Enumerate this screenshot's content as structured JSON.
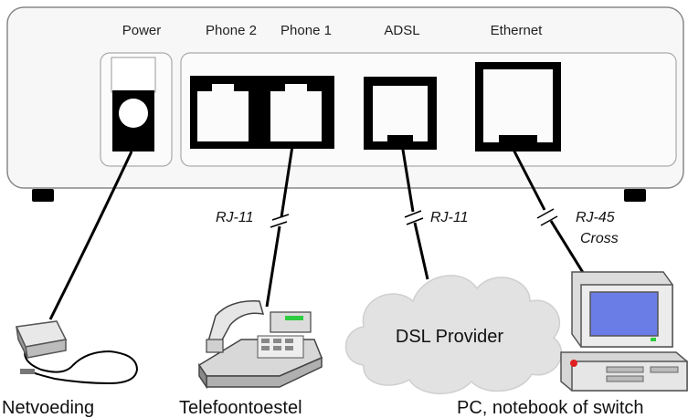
{
  "ports": {
    "power": "Power",
    "phone2": "Phone 2",
    "phone1": "Phone 1",
    "adsl": "ADSL",
    "ethernet": "Ethernet"
  },
  "cables": {
    "phone": "RJ-11",
    "adsl": "RJ-11",
    "ethernet_line1": "RJ-45",
    "ethernet_line2": "Cross"
  },
  "devices": {
    "power_supply": "Netvoeding",
    "telephone": "Telefoontoestel",
    "cloud": "DSL Provider",
    "computer": "PC, notebook of switch"
  },
  "colors": {
    "chassis": "#f7f7f7",
    "chassis_stroke": "#888888",
    "port": "#000000",
    "cloud": "#e2e2e2",
    "screen": "#6a7de6",
    "led_green": "#2ecc40",
    "led_red": "#e02020"
  }
}
